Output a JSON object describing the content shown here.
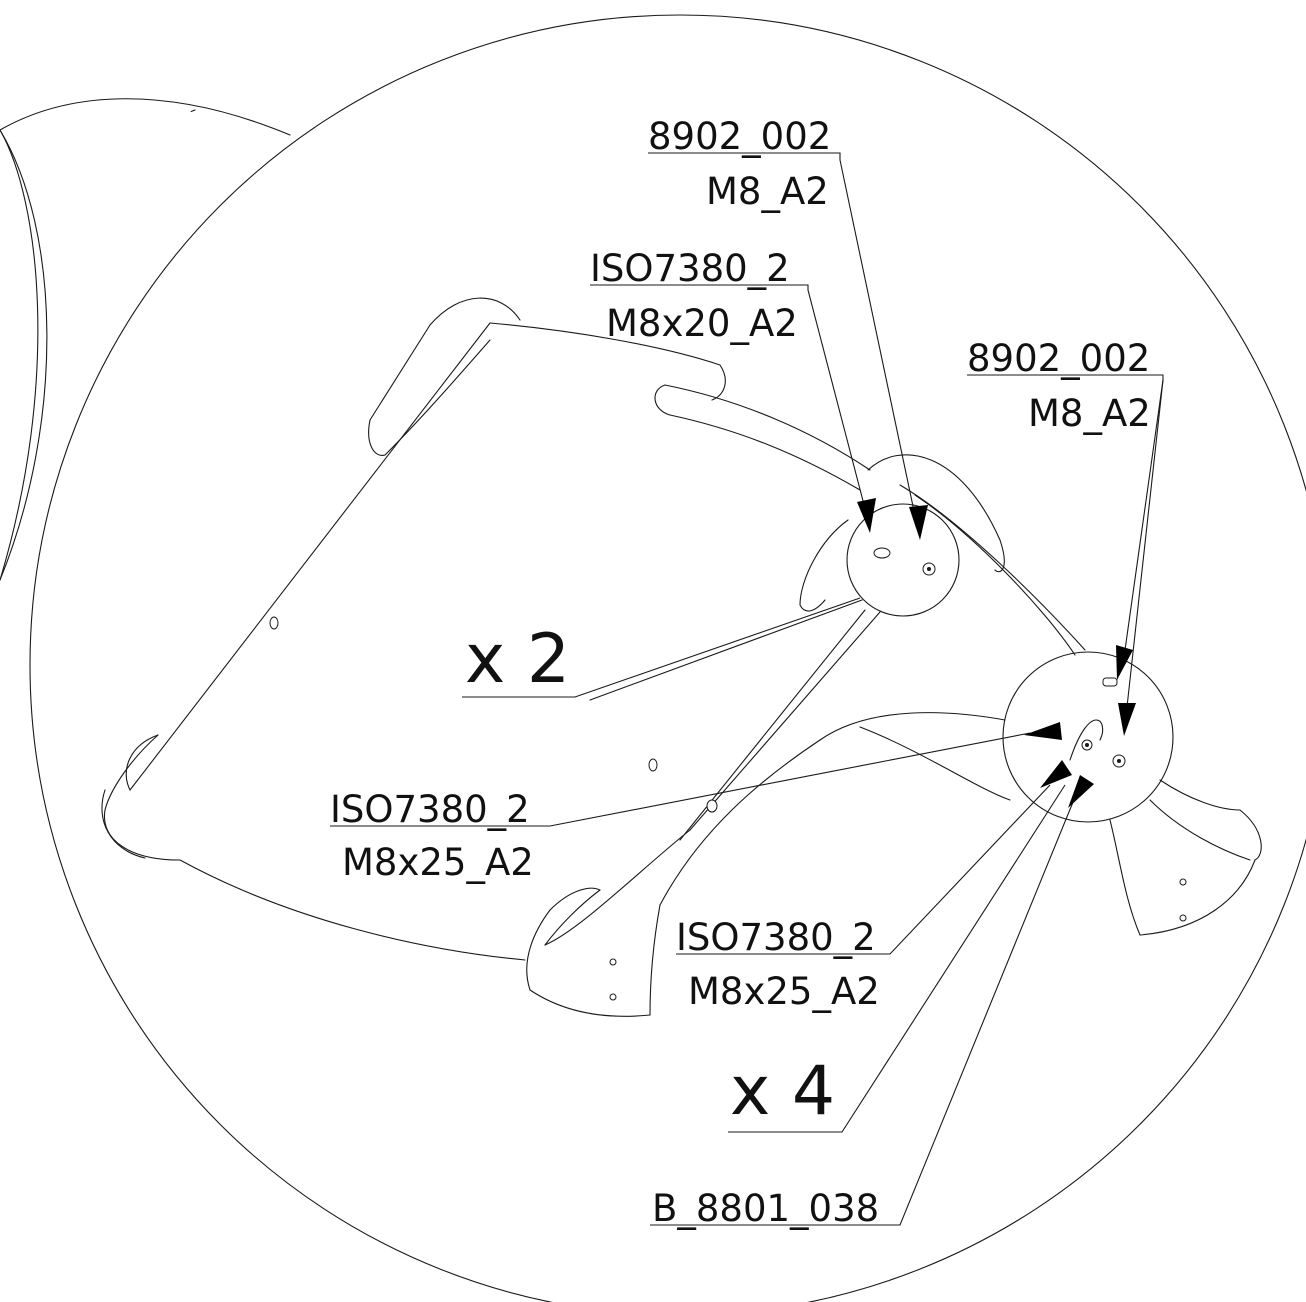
{
  "callouts": {
    "nut_top": {
      "part": "8902_002",
      "spec": "M8_A2"
    },
    "screw_top": {
      "part": "ISO7380_2",
      "spec": "M8x20_A2"
    },
    "nut_right": {
      "part": "8902_002",
      "spec": "M8_A2"
    },
    "qty_top": "x 2",
    "screw_left": {
      "part": "ISO7380_2",
      "spec": "M8x25_A2"
    },
    "screw_bottom": {
      "part": "ISO7380_2",
      "spec": "M8x25_A2"
    },
    "qty_bottom": "x 4",
    "bracket": {
      "part": "B_8801_038"
    }
  }
}
